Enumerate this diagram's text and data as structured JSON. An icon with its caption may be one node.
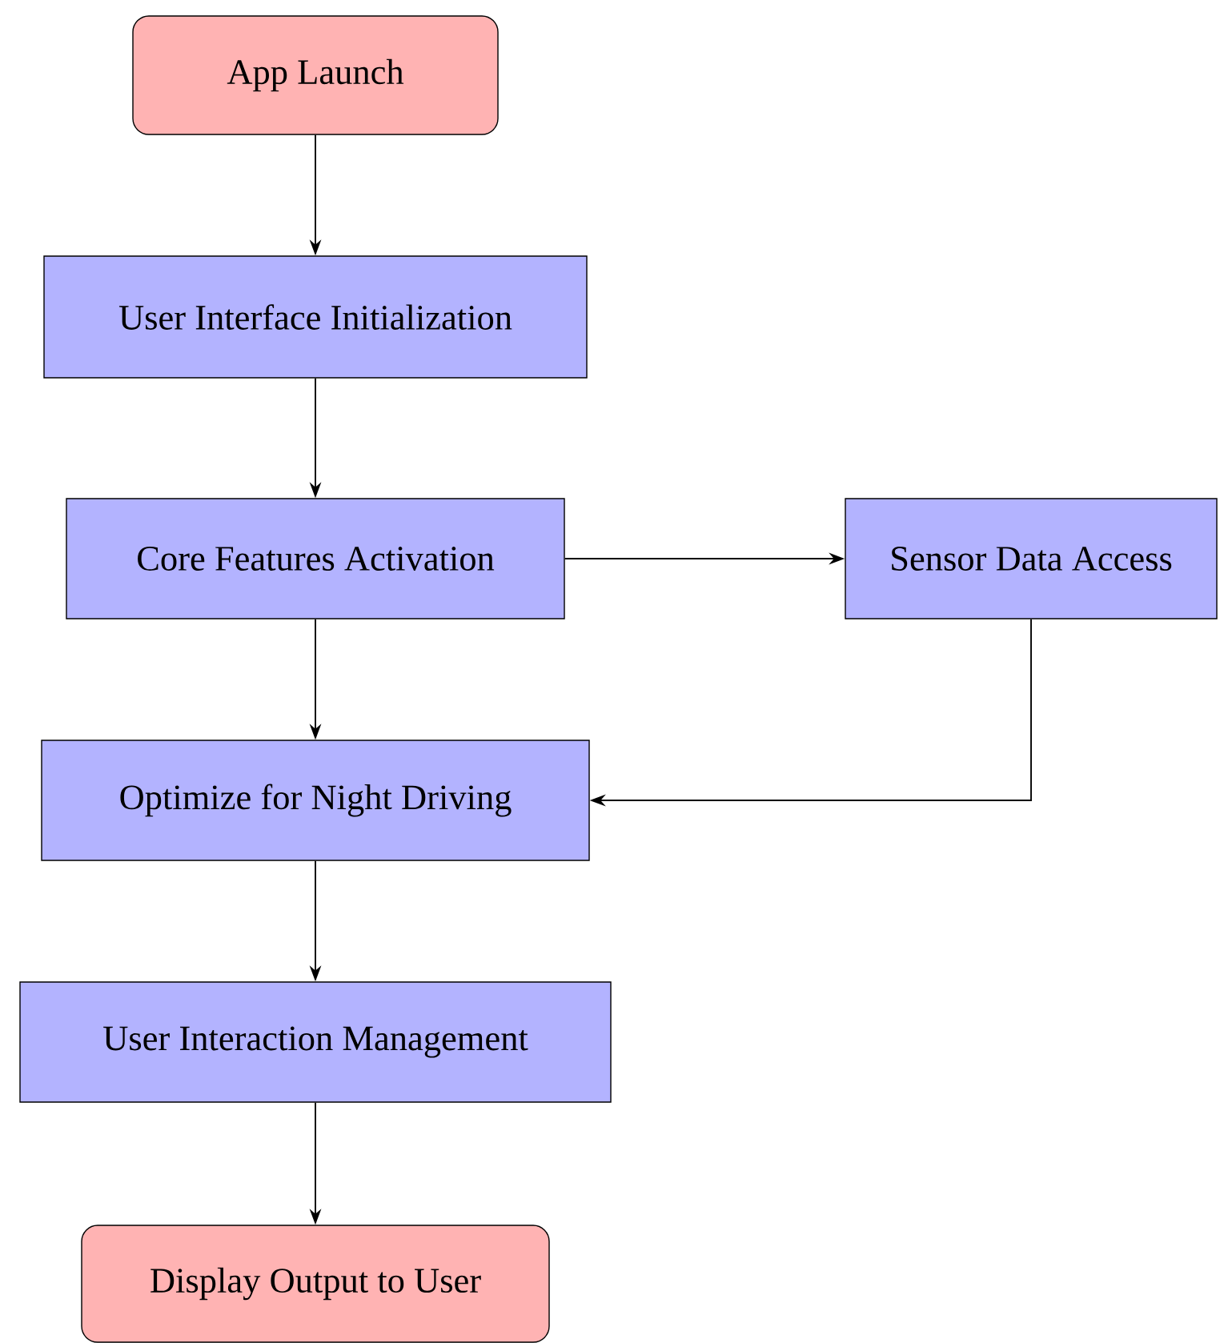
{
  "diagram": {
    "nodes": [
      {
        "text": [
          "App Launch"
        ]
      },
      {
        "text": [
          "User Interface Initialization"
        ]
      },
      {
        "text": [
          "Core Features Activation"
        ]
      },
      {
        "text": [
          "Sensor Data Access"
        ]
      },
      {
        "text": [
          "Optimize for Night Driving"
        ]
      },
      {
        "text": [
          "User Interaction Management"
        ]
      },
      {
        "text": [
          "Display Output to User"
        ]
      }
    ],
    "edges": [
      {
        "from": 0,
        "to": 1,
        "arrow": "to"
      },
      {
        "from": 1,
        "to": 2,
        "arrow": "to"
      },
      {
        "from": 2,
        "to": 3,
        "arrow": "to"
      },
      {
        "from": 2,
        "to": 4,
        "arrow": "to"
      },
      {
        "from": 3,
        "to": 4,
        "arrow": "to"
      },
      {
        "from": 4,
        "to": 5,
        "arrow": "to"
      },
      {
        "from": 5,
        "to": 6,
        "arrow": "to"
      }
    ]
  }
}
